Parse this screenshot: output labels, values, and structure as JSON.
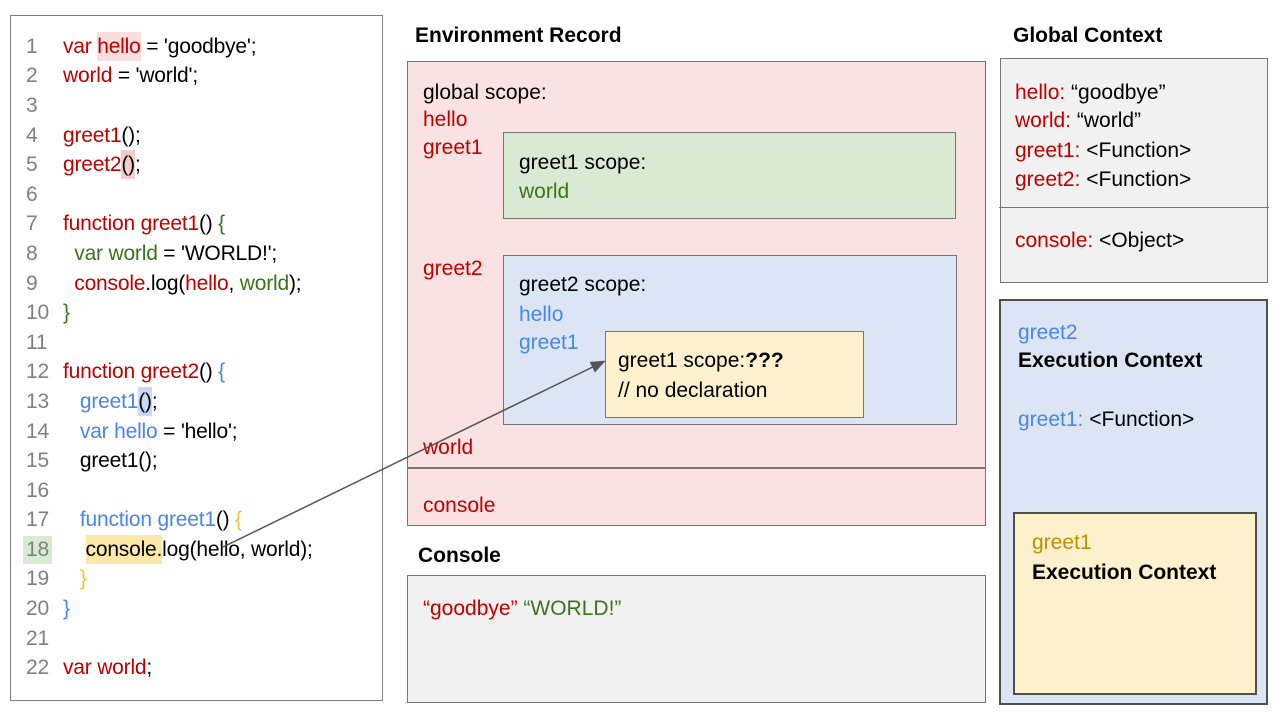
{
  "palette": {
    "ink": "#000000",
    "gray": "#808080",
    "red": "#c00000",
    "green": "#38761d",
    "blue": "#4a86e8",
    "gold": "#bf9000",
    "brace_gold": "#f1c232",
    "arrow": "#555555",
    "pink_bg": "#fbe2e2",
    "green_bg": "#d9ead3",
    "blue_bg": "#dbe5f4",
    "yellow_bg": "#fcf0cd",
    "gray_bg": "#f1f1f1",
    "hl_pink": "#f4cccc",
    "hl_blue": "#c9daf8",
    "hl_yellow": "#fce8a8",
    "hl_green": "#d9ead3",
    "hl_palepink": "#fbdede"
  },
  "code_panel": {
    "lines": [
      {
        "num": "1",
        "tokens": [
          {
            "t": "var ",
            "c": "red"
          },
          {
            "t": "hello",
            "c": "red",
            "hl": "palepink"
          },
          {
            "t": " = 'goodbye';"
          }
        ]
      },
      {
        "num": "2",
        "tokens": [
          {
            "t": "world",
            "c": "red"
          },
          {
            "t": " = 'world';"
          }
        ]
      },
      {
        "num": "3",
        "tokens": []
      },
      {
        "num": "4",
        "tokens": [
          {
            "t": "greet1",
            "c": "red"
          },
          {
            "t": "();"
          }
        ]
      },
      {
        "num": "5",
        "tokens": [
          {
            "t": "greet2",
            "c": "red"
          },
          {
            "t": "()",
            "hl": "pink"
          },
          {
            "t": ";"
          }
        ]
      },
      {
        "num": "6",
        "tokens": []
      },
      {
        "num": "7",
        "tokens": [
          {
            "t": "function greet1",
            "c": "red"
          },
          {
            "t": "() "
          },
          {
            "t": "{",
            "c": "green"
          }
        ]
      },
      {
        "num": "8",
        "tokens": [
          {
            "t": "  "
          },
          {
            "t": "var world",
            "c": "green"
          },
          {
            "t": " = 'WORLD!';"
          }
        ]
      },
      {
        "num": "9",
        "tokens": [
          {
            "t": "  "
          },
          {
            "t": "console",
            "c": "red"
          },
          {
            "t": ".log("
          },
          {
            "t": "hello",
            "c": "red"
          },
          {
            "t": ", "
          },
          {
            "t": "world",
            "c": "green"
          },
          {
            "t": ");"
          }
        ]
      },
      {
        "num": "10",
        "tokens": [
          {
            "t": "}",
            "c": "green"
          }
        ]
      },
      {
        "num": "11",
        "tokens": []
      },
      {
        "num": "12",
        "tokens": [
          {
            "t": "function greet2",
            "c": "red"
          },
          {
            "t": "() "
          },
          {
            "t": "{",
            "c": "blue"
          }
        ]
      },
      {
        "num": "13",
        "tokens": [
          {
            "t": "   "
          },
          {
            "t": "greet1",
            "c": "blue"
          },
          {
            "t": "()",
            "hl": "blue"
          },
          {
            "t": ";"
          }
        ]
      },
      {
        "num": "14",
        "tokens": [
          {
            "t": "   "
          },
          {
            "t": "var hello",
            "c": "blue"
          },
          {
            "t": " = 'hello';"
          }
        ]
      },
      {
        "num": "15",
        "tokens": [
          {
            "t": "   "
          },
          {
            "t": "greet1();"
          }
        ]
      },
      {
        "num": "16",
        "tokens": []
      },
      {
        "num": "17",
        "tokens": [
          {
            "t": "   "
          },
          {
            "t": "function greet1",
            "c": "blue"
          },
          {
            "t": "() "
          },
          {
            "t": "{",
            "c": "brace_gold"
          }
        ]
      },
      {
        "num": "18",
        "num_hl": true,
        "tokens": [
          {
            "t": "    "
          },
          {
            "t": "console.",
            "hl": "yellow"
          },
          {
            "t": "log(hello, world);"
          }
        ]
      },
      {
        "num": "19",
        "tokens": [
          {
            "t": "   "
          },
          {
            "t": "}",
            "c": "brace_gold"
          }
        ]
      },
      {
        "num": "20",
        "tokens": [
          {
            "t": "}",
            "c": "blue"
          }
        ]
      },
      {
        "num": "21",
        "tokens": []
      },
      {
        "num": "22",
        "tokens": [
          {
            "t": "var world",
            "c": "red"
          },
          {
            "t": ";"
          }
        ]
      }
    ]
  },
  "env_record": {
    "title": "Environment Record",
    "global_scope_label": "global scope:",
    "var_hello": "hello",
    "var_greet1": "greet1",
    "var_greet2": "greet2",
    "var_world": "world",
    "var_console": "console",
    "greet1_scope": {
      "label": "greet1 scope:",
      "var_world": "world"
    },
    "greet2_scope": {
      "label": "greet2 scope:",
      "var_hello": "hello",
      "var_greet1": "greet1"
    },
    "inner_greet1_scope": {
      "label": "greet1 scope:",
      "unknown": "???",
      "comment": "// no declaration"
    }
  },
  "console_panel": {
    "title": "Console",
    "out_goodbye": "“goodbye”",
    "out_world": "“WORLD!”"
  },
  "global_context": {
    "title": "Global Context",
    "rows": [
      {
        "label": "hello:",
        "value": " “goodbye”"
      },
      {
        "label": "world:",
        "value": " “world”"
      },
      {
        "label": "greet1:",
        "value": " <Function>"
      },
      {
        "label": "greet2:",
        "value": " <Function>"
      }
    ],
    "console_row": {
      "label": "console:",
      "value": " <Object>"
    }
  },
  "execution_contexts": {
    "greet2": {
      "name": "greet2",
      "label": "Execution Context",
      "row": {
        "label": "greet1:",
        "value": " <Function>"
      }
    },
    "greet1": {
      "name": "greet1",
      "label": "Execution Context"
    }
  }
}
